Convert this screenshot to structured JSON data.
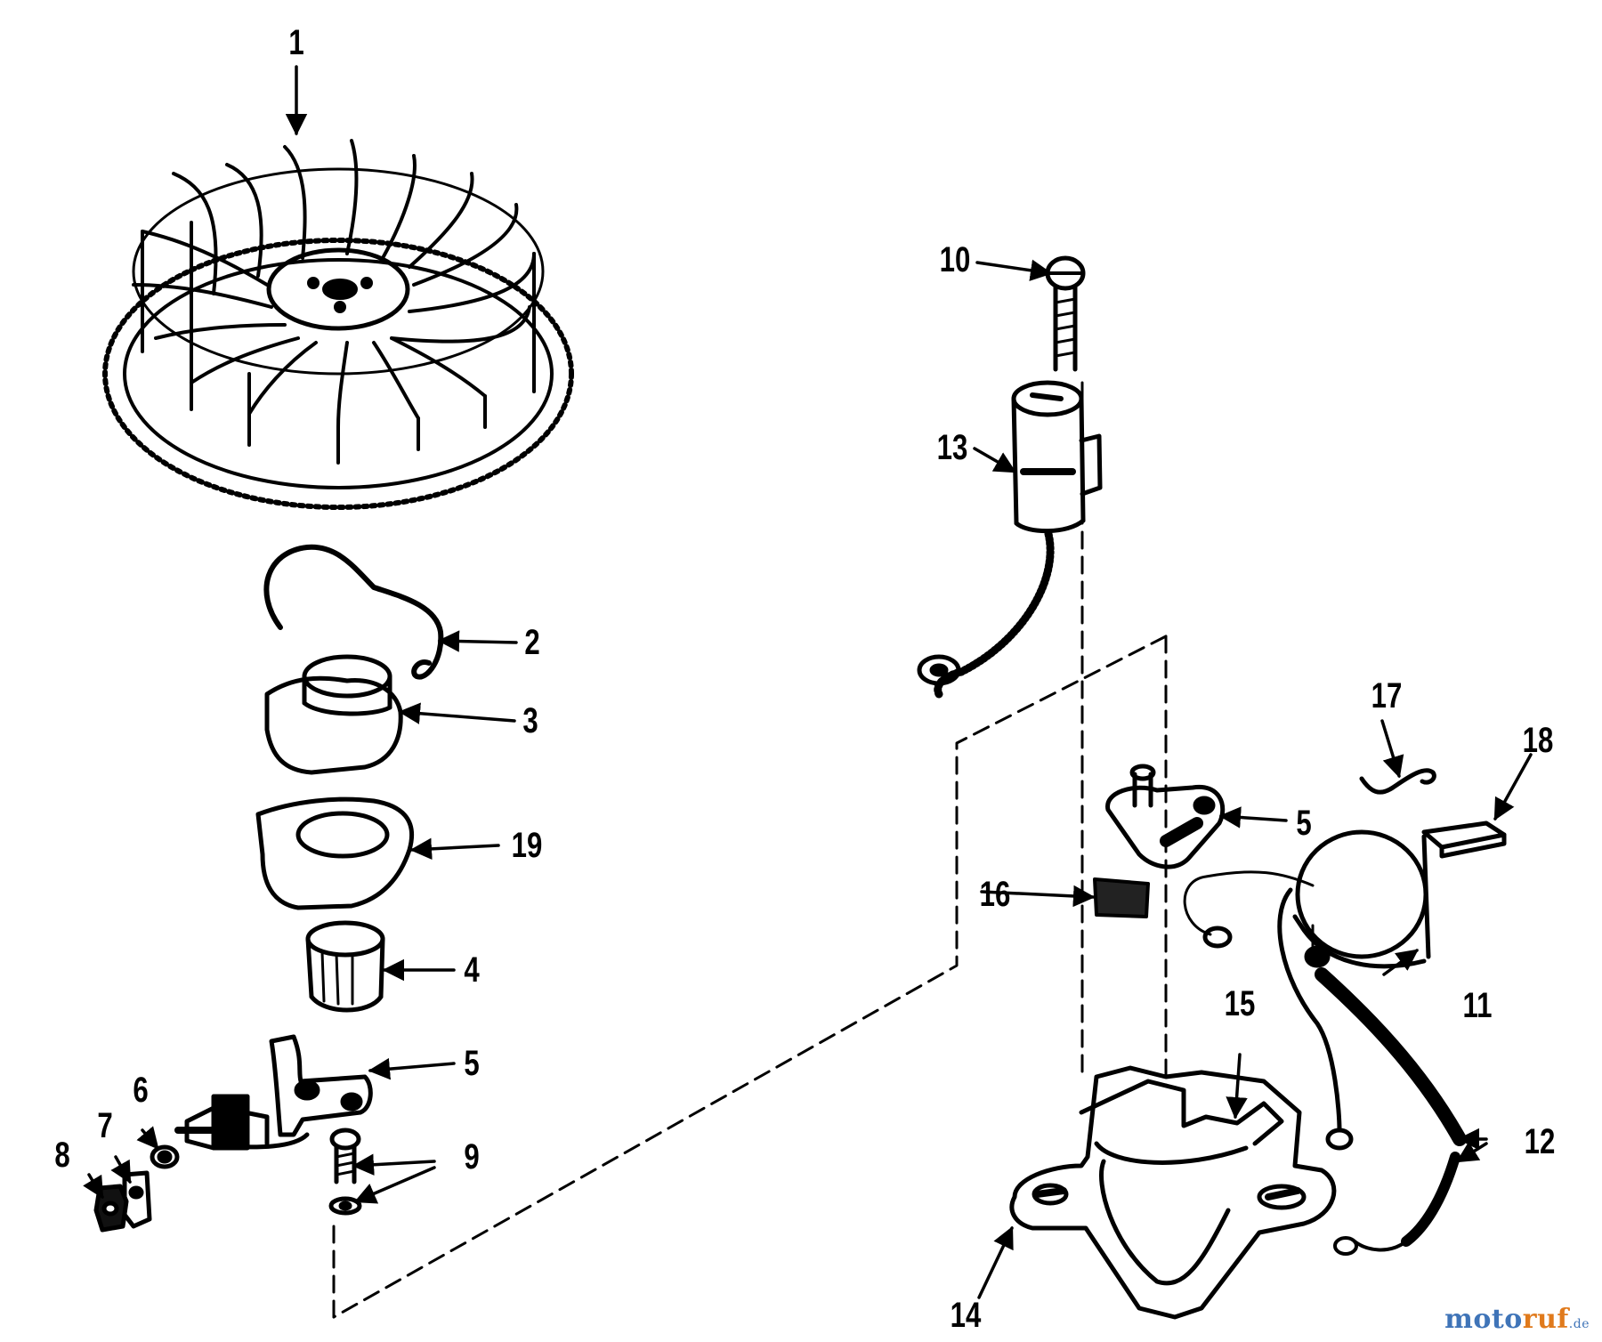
{
  "diagram": {
    "part_numbers": [
      "1",
      "2",
      "3",
      "4",
      "5",
      "6",
      "7",
      "8",
      "9",
      "10",
      "11",
      "12",
      "13",
      "14",
      "15",
      "16",
      "17",
      "18",
      "19"
    ]
  },
  "labels": {
    "n1": "1",
    "n2": "2",
    "n3": "3",
    "n4": "4",
    "n5a": "5",
    "n5b": "5",
    "n6": "6",
    "n7": "7",
    "n8": "8",
    "n9": "9",
    "n10": "10",
    "n11": "11",
    "n12": "12",
    "n13": "13",
    "n14": "14",
    "n15": "15",
    "n16": "16",
    "n17": "17",
    "n18": "18",
    "n19": "19"
  },
  "watermark": {
    "part1": "moto",
    "part2": "ruf",
    "part3": ".de"
  },
  "colors": {
    "ink": "#000000",
    "paper": "#ffffff",
    "brand_blue": "#3f74b8",
    "brand_orange": "#e07a1c"
  }
}
